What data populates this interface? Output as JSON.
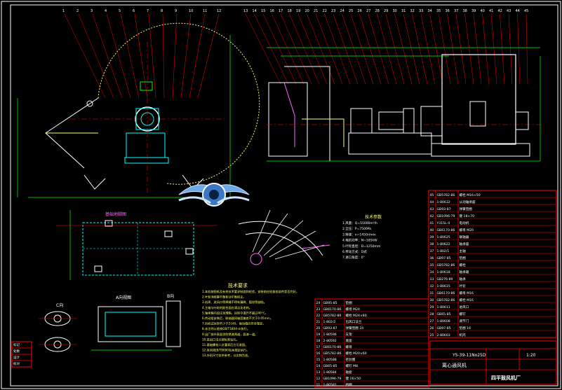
{
  "drawing": {
    "balloons_top": [
      "1",
      "2",
      "3",
      "4",
      "5",
      "6",
      "7",
      "8",
      "9",
      "10",
      "11",
      "12",
      "13",
      "14",
      "15",
      "16",
      "17",
      "18",
      "19",
      "20",
      "21",
      "22",
      "23",
      "24",
      "25",
      "26",
      "27",
      "28",
      "29",
      "30",
      "31",
      "32",
      "33",
      "34",
      "35",
      "36",
      "37",
      "38",
      "39",
      "40",
      "41",
      "42",
      "43",
      "44",
      "45"
    ],
    "view_labels": {
      "fan_base": "基础地脚图",
      "a_view": "A向视图",
      "b_view": "B向",
      "c_view": "C向"
    },
    "notes_title": "技术要求",
    "notes": [
      "1.本机按图纸及有关技术要求制造和检验，安装前应检查各部件是否完好。",
      "2.叶轮须经静平衡和动平衡校正。",
      "3.机壳、进风口等焊缝不得有漏焊、裂纹等缺陷。",
      "4.主轴与叶轮的配合面应清洁无毛刺。",
      "5.轴承箱内加注润滑脂，运转中温升不超过40℃。",
      "6.传动组安装后，联轴器同轴度偏差不大于0.05mm。",
      "7.风机试运转不少于2小时，振动值应符合规定。",
      "8.未注明公差按GB/T1804-m执行。",
      "9.出厂前外表面涂防锈漆两道，面漆一道。",
      "10.进出口法兰按标准钻孔。",
      "11.基础螺栓二次灌浆后方可紧固。",
      "12.其余按JB/T8690有关规定执行。",
      "13.外形尺寸仅供参考，以实物为准。"
    ],
    "notes2_title": "技术参数",
    "notes2": [
      "1.风量：Q=55000m³/h",
      "2.全压：P=7500Pa",
      "3.转速：n=1450r/min",
      "4.电机功率：N=185kW",
      "5.叶轮直径：D=1250mm",
      "6.传动方式：D式",
      "7.进口角度：0°"
    ]
  },
  "bom_upper": [
    [
      "45",
      "GB5782-86",
      "螺栓 M16×50"
    ],
    [
      "44",
      "1-80632",
      "从动轴承座"
    ],
    [
      "43",
      "GB93-87",
      "弹簧垫圈"
    ],
    [
      "42",
      "GB1096-79",
      "键 18×70"
    ],
    [
      "41",
      "Y315L-4",
      "电动机"
    ],
    [
      "40",
      "GB6170-86",
      "螺母 M20"
    ],
    [
      "39",
      "1-80625",
      "联轴器"
    ],
    [
      "38",
      "1-80622",
      "轴承座"
    ],
    [
      "37",
      "1-802/1",
      "主轴"
    ],
    [
      "36",
      "GB97-85",
      "垫圈"
    ],
    [
      "35",
      "GB5782-86",
      "螺栓"
    ],
    [
      "34",
      "1-80618",
      "轴承箱"
    ],
    [
      "33",
      "GB276-89",
      "轴承"
    ],
    [
      "32",
      "1-80615",
      "叶轮"
    ],
    [
      "31",
      "GB6170-86",
      "螺母 M16"
    ],
    [
      "30",
      "GB5782-86",
      "螺栓 M16"
    ],
    [
      "29",
      "1-80611",
      "进风口"
    ],
    [
      "28",
      "GB65-85",
      "螺钉"
    ],
    [
      "27",
      "1-80608",
      "调节门"
    ],
    [
      "26",
      "GB97-85",
      "垫圈 16"
    ],
    [
      "25",
      "2-80603",
      "机壳"
    ]
  ],
  "bom_lower": [
    [
      "24",
      "GB95-85",
      "垫圈"
    ],
    [
      "23",
      "GB6170-86",
      "螺母 M24"
    ],
    [
      "22",
      "GB5782-86",
      "螺栓 M24×80"
    ],
    [
      "21",
      "1-802/2",
      "出风口法兰"
    ],
    [
      "20",
      "GB93-87",
      "弹簧垫圈 24"
    ],
    [
      "19",
      "1-80596",
      "支架"
    ],
    [
      "18",
      "2-80592",
      "底座"
    ],
    [
      "17",
      "GB6170-86",
      "螺母"
    ],
    [
      "16",
      "GB5782-86",
      "螺栓 M20×60"
    ],
    [
      "15",
      "1-80588",
      "密封圈"
    ],
    [
      "14",
      "GB65-85",
      "螺钉 M8"
    ],
    [
      "13",
      "1-80584",
      "轴套"
    ],
    [
      "12",
      "GB1096-79",
      "键 16×50"
    ],
    [
      "11",
      "1-80581",
      "挡圈"
    ]
  ],
  "titleblock": {
    "drawing_no": "Y5-39-11No25D",
    "scale": "1:20",
    "name": "离心通风机",
    "company": "四平鼓风机厂"
  },
  "revision_block": {
    "rows": [
      "标记",
      "处数",
      "设计",
      "校对"
    ]
  }
}
